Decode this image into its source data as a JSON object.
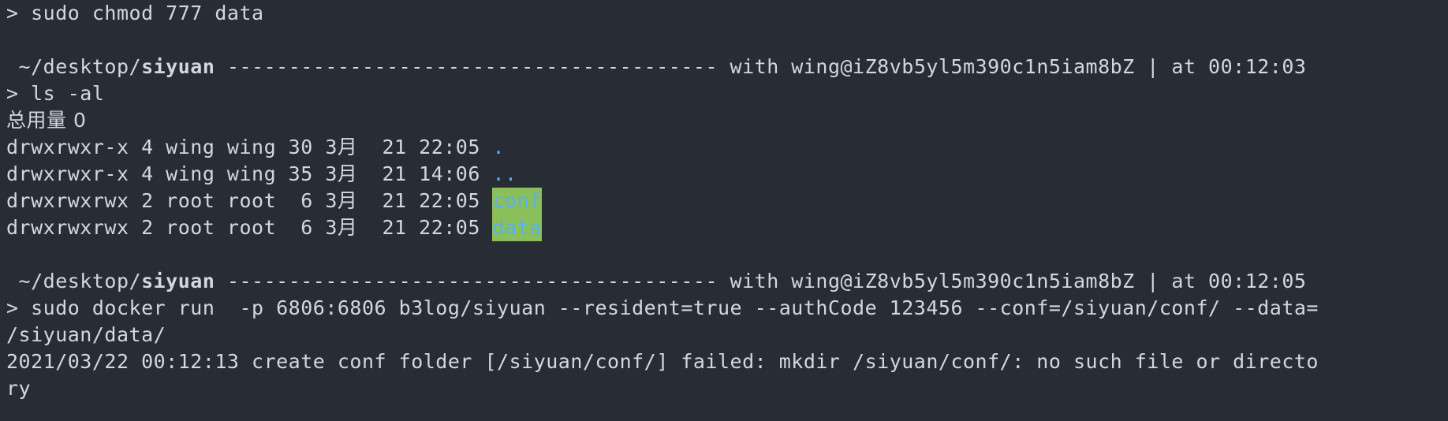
{
  "terminal": {
    "line1": "> sudo chmod 777 data",
    "prompt1": {
      "path_prefix": " ~/desktop/",
      "path_bold": "siyuan",
      "rest": " ---------------------------------------- with wing@iZ8vb5yl5m390c1n5iam8bZ | at 00:12:03"
    },
    "cmd_ls": "> ls -al",
    "total": "总用量 0",
    "ls_rows": [
      {
        "text": "drwxrwxr-x 4 wing wing 30 3月  21 22:05 ",
        "name": "."
      },
      {
        "text": "drwxrwxr-x 4 wing wing 35 3月  21 14:06 ",
        "name": ".."
      },
      {
        "text": "drwxrwxrwx 2 root root  6 3月  21 22:05 ",
        "name": "conf"
      },
      {
        "text": "drwxrwxrwx 2 root root  6 3月  21 22:05 ",
        "name": "data"
      }
    ],
    "prompt2": {
      "path_prefix": " ~/desktop/",
      "path_bold": "siyuan",
      "rest": " ---------------------------------------- with wing@iZ8vb5yl5m390c1n5iam8bZ | at 00:12:05"
    },
    "cmd_docker_1": "> sudo docker run  -p 6806:6806 b3log/siyuan --resident=true --authCode 123456 --conf=/siyuan/conf/ --data=",
    "cmd_docker_2": "/siyuan/data/",
    "err_1": "2021/03/22 00:12:13 create conf folder [/siyuan/conf/] failed: mkdir /siyuan/conf/: no such file or directo",
    "err_2": "ry"
  },
  "colors": {
    "background": "#282c34",
    "foreground": "#d3d7de",
    "dir_link": "#5ab0f0",
    "highlight_bg": "#8bbf5c"
  }
}
